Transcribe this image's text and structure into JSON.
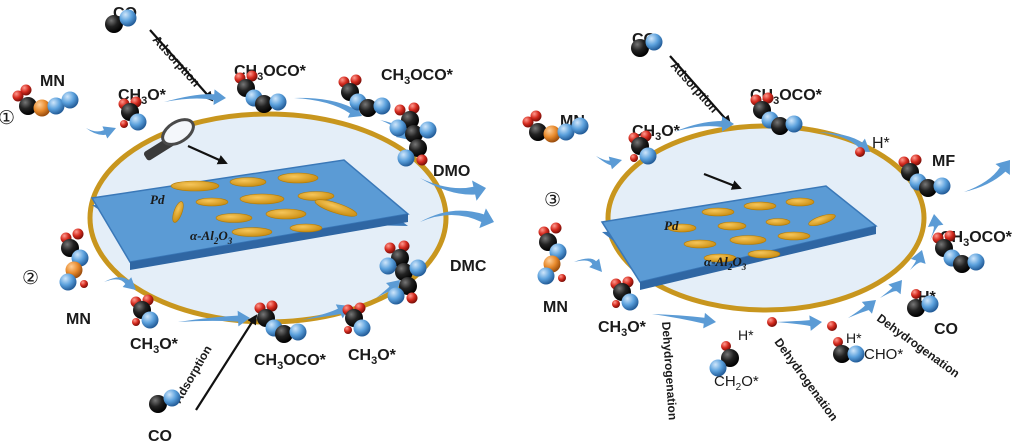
{
  "markers": {
    "one": "①",
    "two": "②",
    "three": "③"
  },
  "left": {
    "co_top": "CO",
    "adsorption_top": "Adsorption",
    "mn_top": "MN",
    "ch3o_top": {
      "base": "CH",
      "sub": "3",
      "rest": "O*"
    },
    "ch3oco_a": {
      "base": "CH",
      "sub": "3",
      "rest": "OCO*"
    },
    "ch3oco_b": {
      "base": "CH",
      "sub": "3",
      "rest": "OCO*"
    },
    "dmo": "DMO",
    "dmc": "DMC",
    "pd": "Pd",
    "support": {
      "base": "α-Al",
      "sub1": "2",
      "mid": "O",
      "sub2": "3"
    },
    "mn_bottom": "MN",
    "ch3o_bottom": {
      "base": "CH",
      "sub": "3",
      "rest": "O*"
    },
    "ch3oco_bottom": {
      "base": "CH",
      "sub": "3",
      "rest": "OCO*"
    },
    "ch3o_bottom_right": {
      "base": "CH",
      "sub": "3",
      "rest": "O*"
    },
    "adsorption_bottom": "Adsorption",
    "co_bottom": "CO"
  },
  "right": {
    "co": "CO",
    "adsorption": "Adsorption",
    "mn_top": "MN",
    "ch3o_top": {
      "base": "CH",
      "sub": "3",
      "rest": "O*"
    },
    "ch3oco_top": {
      "base": "CH",
      "sub": "3",
      "rest": "OCO*"
    },
    "h_star_top": "H*",
    "mf": "MF",
    "ch3oco_right": {
      "base": "CH",
      "sub": "3",
      "rest": "OCO*"
    },
    "h_star_right": "H*",
    "co_right": "CO",
    "pd": "Pd",
    "support": {
      "base": "α-Al",
      "sub1": "2",
      "mid": "O",
      "sub2": "3"
    },
    "mn_bottom": "MN",
    "ch3o_bottom": {
      "base": "CH",
      "sub": "3",
      "rest": "O*"
    },
    "dehydro_1": "Dehydrogenation",
    "h_star_mid": "H*",
    "ch2o": {
      "base": "CH",
      "sub": "2",
      "rest": "O*"
    },
    "dehydro_2": "Dehydrogenation",
    "h_star_cho": "H*",
    "cho": "CHO*",
    "dehydro_3": "Dehydrogenation"
  },
  "colors": {
    "ring": "#C8961E",
    "disc": "#E4EEF8",
    "plate_top": "#5B9BD5",
    "plate_side": "#3A78B8",
    "particle": "#E0A21A",
    "flow_arrow": "#5B9BD5",
    "atom_o": "#D42A1E",
    "atom_c": "#111111",
    "atom_n": "#E88A2C",
    "atom_b": "#5AA0DC"
  }
}
